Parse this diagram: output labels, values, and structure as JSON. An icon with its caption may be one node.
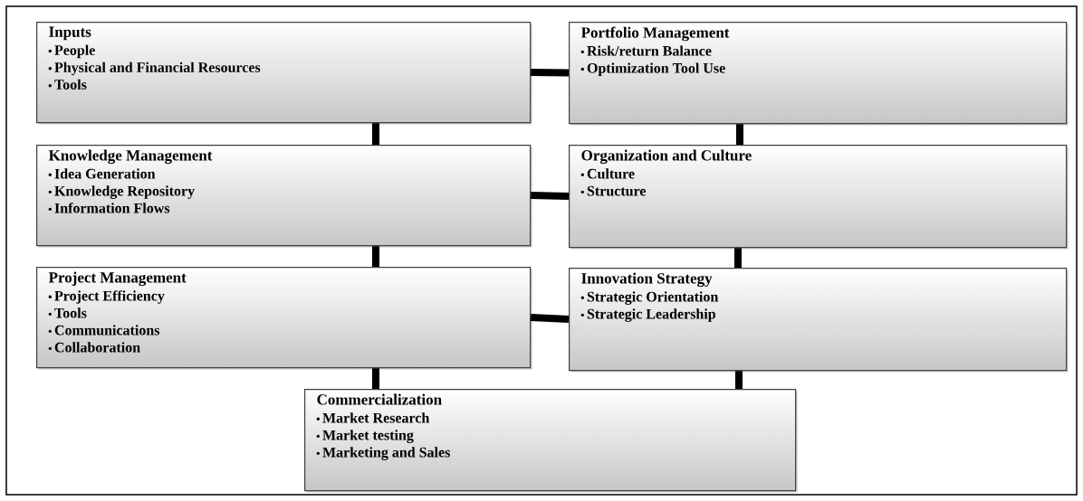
{
  "diagram": {
    "nodes": [
      {
        "text": [
          "Inputs",
          "People",
          "Physical and Financial Resources",
          "Tools"
        ]
      },
      {
        "text": [
          "Portfolio Management",
          "Risk/return Balance",
          "Optimization Tool Use"
        ]
      },
      {
        "text": [
          "Knowledge Management",
          "Idea Generation",
          "Knowledge Repository",
          "Information Flows"
        ]
      },
      {
        "text": [
          "Organization and Culture",
          "Culture",
          "Structure"
        ]
      },
      {
        "text": [
          "Project Management",
          "Project Efficiency",
          "Tools",
          "Communications",
          "Collaboration"
        ]
      },
      {
        "text": [
          "Innovation Strategy",
          "Strategic Orientation",
          "Strategic Leadership"
        ]
      },
      {
        "text": [
          "Commercialization",
          "Market Research",
          "Market testing",
          "Marketing and Sales"
        ]
      }
    ],
    "edges": [
      {
        "from": 0,
        "to": 1,
        "arrow": "none"
      },
      {
        "from": 0,
        "to": 2,
        "arrow": "none"
      },
      {
        "from": 1,
        "to": 3,
        "arrow": "none"
      },
      {
        "from": 2,
        "to": 3,
        "arrow": "none"
      },
      {
        "from": 2,
        "to": 4,
        "arrow": "none"
      },
      {
        "from": 3,
        "to": 5,
        "arrow": "none"
      },
      {
        "from": 4,
        "to": 5,
        "arrow": "none"
      },
      {
        "from": 4,
        "to": 6,
        "arrow": "none"
      },
      {
        "from": 5,
        "to": 6,
        "arrow": "none"
      }
    ]
  }
}
